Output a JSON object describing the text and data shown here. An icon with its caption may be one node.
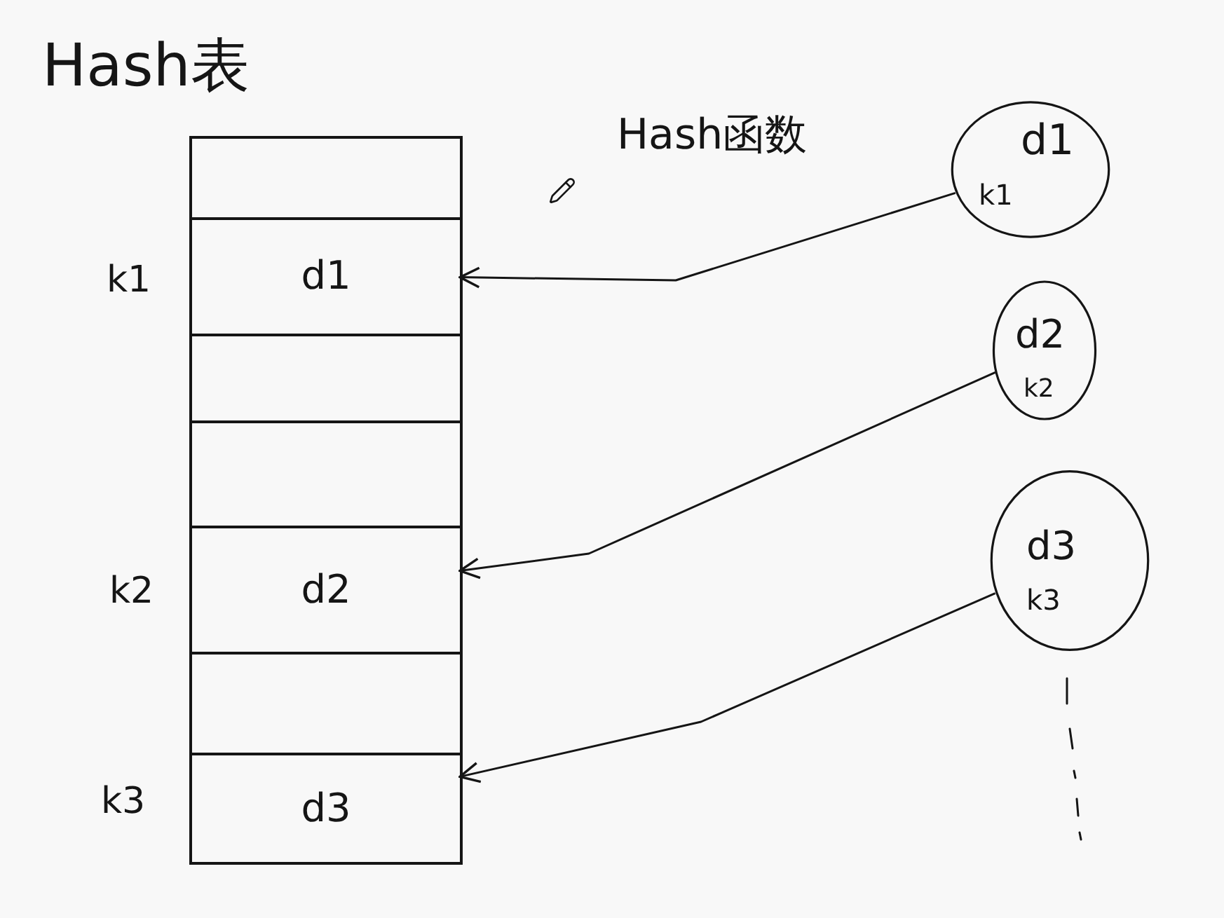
{
  "diagram": {
    "title": "Hash表",
    "nodes": [
      {
        "text": [],
        "shape": "box"
      },
      {
        "text": [],
        "shape": "box",
        "in": 0
      },
      {
        "text": [
          "d1"
        ],
        "in": 0,
        "beside": [
          "k1"
        ]
      },
      {
        "text": [],
        "shape": "box",
        "in": 0
      },
      {
        "text": [],
        "shape": "box",
        "in": 0
      },
      {
        "text": [
          "d2"
        ],
        "in": 0,
        "beside": [
          "k2"
        ]
      },
      {
        "text": [],
        "shape": "box",
        "in": 0
      },
      {
        "text": [
          "d3"
        ],
        "in": 0,
        "beside": [
          "k3"
        ]
      },
      {
        "text": [
          "d1",
          "k1"
        ]
      },
      {
        "text": [
          "d2",
          "k2"
        ]
      },
      {
        "text": [
          "d3",
          "k3"
        ]
      }
    ],
    "edges": [
      {
        "from": 8,
        "to": 2,
        "arrow": "to"
      },
      {
        "from": 9,
        "to": 5,
        "arrow": "to"
      },
      {
        "from": 10,
        "to": 7,
        "arrow": "to"
      }
    ],
    "labels": [
      "Hash函数"
    ]
  }
}
